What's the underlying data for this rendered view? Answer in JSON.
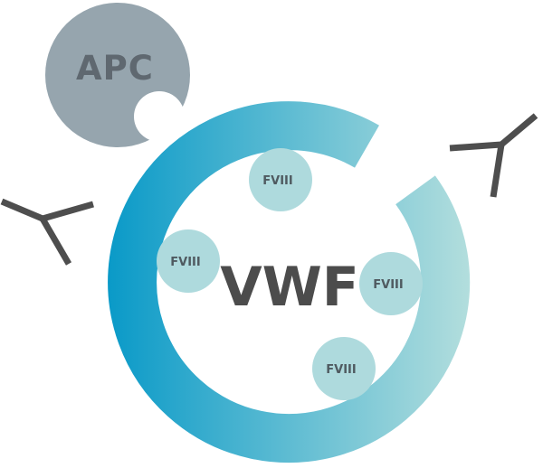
{
  "apc": {
    "label": "APC",
    "color": "#96a5ae"
  },
  "vwf": {
    "label": "VWF",
    "gradient_start": "#0a9ac8",
    "gradient_end": "#b3dedd"
  },
  "fviii": {
    "color": "#aedadd",
    "items": [
      {
        "label": "FVIII"
      },
      {
        "label": "FVIII"
      },
      {
        "label": "FVIII"
      },
      {
        "label": "FVIII"
      }
    ]
  },
  "antibody": {
    "color": "#4e4e4e",
    "count": 2
  }
}
